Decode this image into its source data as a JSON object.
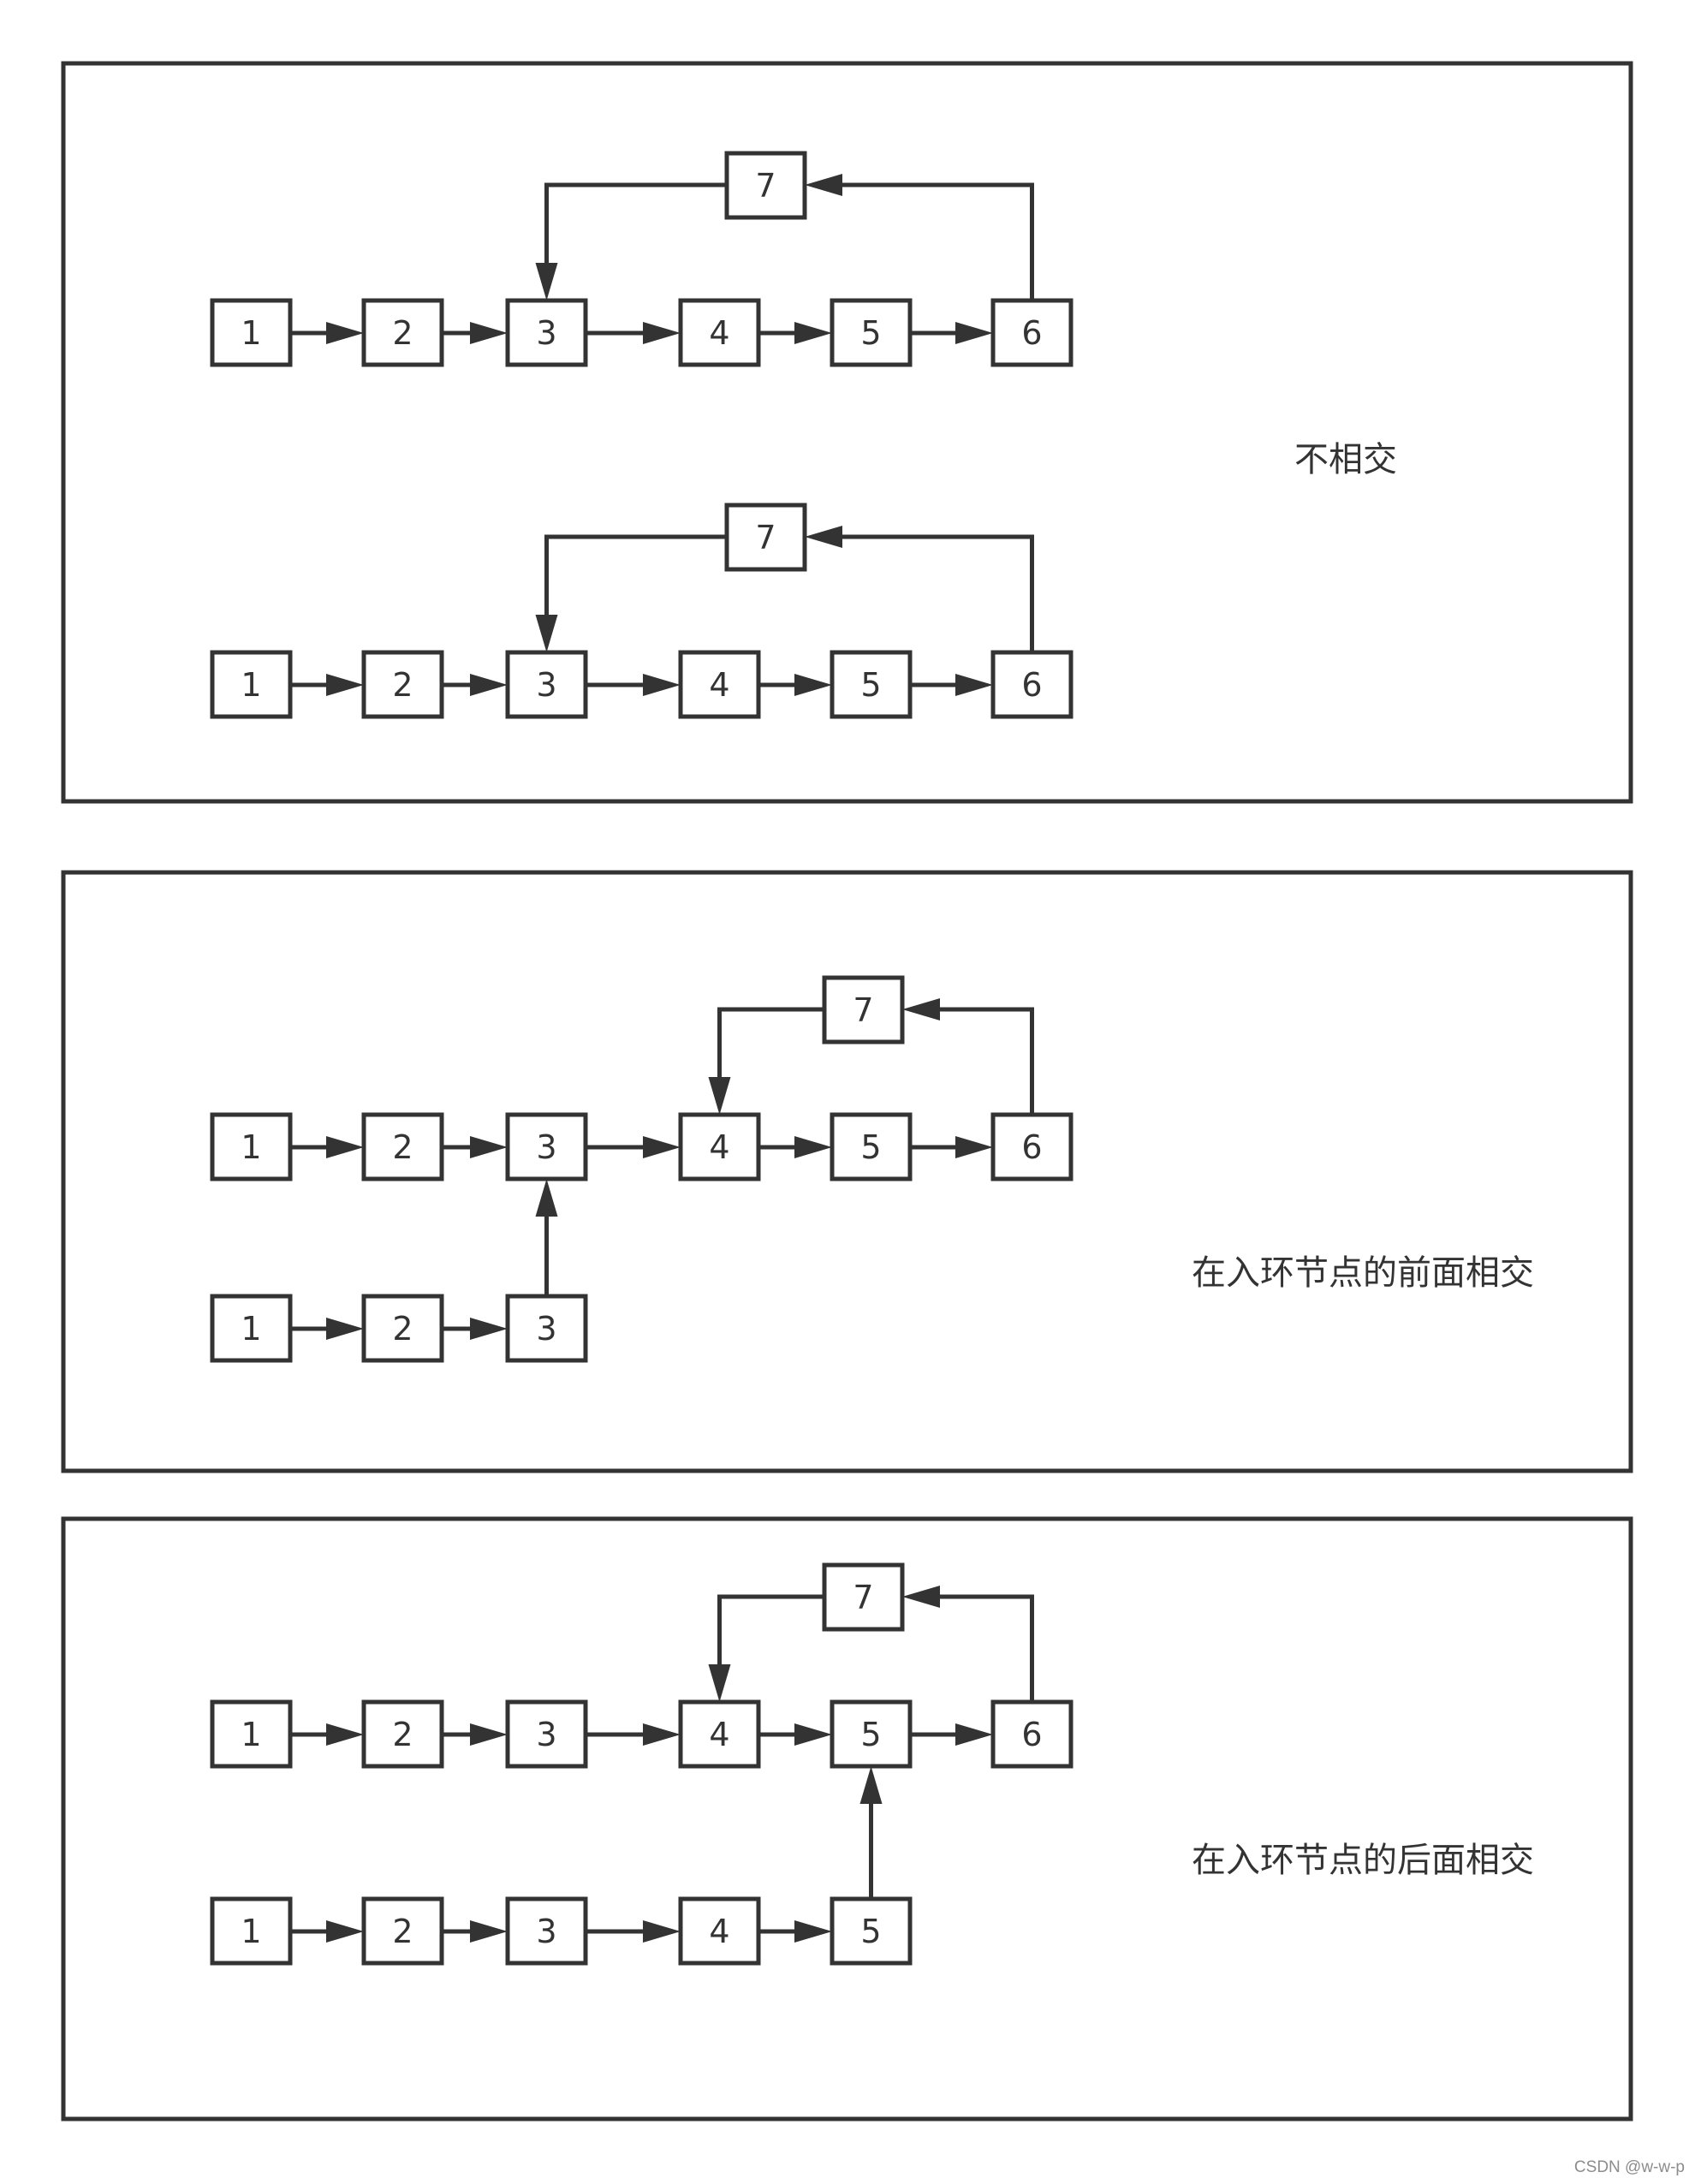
{
  "colors": {
    "stroke": "#333333",
    "background": "#ffffff",
    "watermark": "#8c8c8c"
  },
  "panels": [
    {
      "caption": "不相交",
      "lists": [
        {
          "nodes": [
            "1",
            "2",
            "3",
            "4",
            "5",
            "6"
          ],
          "cycle_node": "7",
          "cycle_from": "6",
          "cycle_to": "3"
        },
        {
          "nodes": [
            "1",
            "2",
            "3",
            "4",
            "5",
            "6"
          ],
          "cycle_node": "7",
          "cycle_from": "6",
          "cycle_to": "3"
        }
      ]
    },
    {
      "caption": "在入环节点的前面相交",
      "lists": [
        {
          "nodes": [
            "1",
            "2",
            "3",
            "4",
            "5",
            "6"
          ],
          "cycle_node": "7",
          "cycle_from": "6",
          "cycle_to": "4"
        },
        {
          "nodes": [
            "1",
            "2",
            "3"
          ],
          "joins_at": "3"
        }
      ]
    },
    {
      "caption": "在入环节点的后面相交",
      "lists": [
        {
          "nodes": [
            "1",
            "2",
            "3",
            "4",
            "5",
            "6"
          ],
          "cycle_node": "7",
          "cycle_from": "6",
          "cycle_to": "4"
        },
        {
          "nodes": [
            "1",
            "2",
            "3",
            "4",
            "5"
          ],
          "joins_at": "5"
        }
      ]
    }
  ],
  "watermark": "CSDN @w-w-p"
}
